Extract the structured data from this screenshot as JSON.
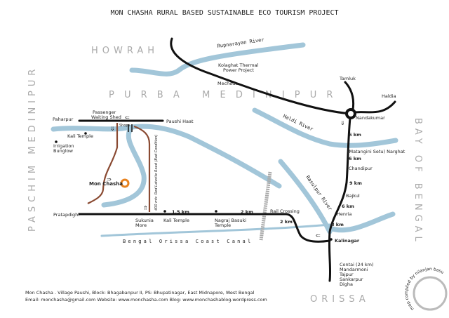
{
  "title": "MON CHASHA RURAL BASED SUSTAINABLE ECO TOURISM PROJECT",
  "regions": {
    "howrah": "HOWRAH",
    "purba": "P U R B A   M E D I N I P U R",
    "paschim": "PASCHIM MEDINIPUR",
    "bay": "BAY OF BENGAL",
    "orissa": "ORISSA"
  },
  "rivers": {
    "rupnarayan": "Rupnarayan River",
    "haldi": "Haldi River",
    "rasulpur": "Rasulpur River",
    "canal": "Bengal Orissa Coast Canal"
  },
  "places": {
    "kolaghat1": "Kolaghat Thermal",
    "kolaghat2": "Power Project",
    "mecheda": "Mecheda",
    "tamluk": "Tamluk",
    "haldia": "Haldia",
    "nandakumar": "Nandakumar",
    "paharpur": "Paharpur",
    "shed1": "Passenger",
    "shed2": "Waiting Shed",
    "shops": "Shops",
    "paushi": "Paushi Haat",
    "kali1": "Kali Temple",
    "irr1": "Irrigation",
    "irr2": "Bunglow",
    "monchasha": "Mon Chasha",
    "laterite": "400 mtr. Red Laterite Road (Bad Condition)",
    "pratapdighi": "Pratapdighi",
    "sukunia1": "Sukunia",
    "sukunia2": "More",
    "kali2": "Kali Temple",
    "nagraj1": "Nagraj Basuki",
    "nagraj2": "Temple",
    "rail": "Rail Crossing",
    "narghat": "(Matangini Setu) Narghat",
    "chandipur": "Chandipur",
    "bajkul": "Bajkul",
    "henria": "Henria",
    "kalinagar": "Kalinagar",
    "contai": "Contai (24 km)",
    "mandarmoni": "Mandarmoni",
    "tajpur": "Tajpur",
    "sankarpur": "Sankarpur",
    "digha": "Digha"
  },
  "distances": {
    "d1": "6 km",
    "d2": "6 km",
    "d3": "9 km",
    "d4": "6 km",
    "d5": "8 km",
    "d6": "1.5 km",
    "d7": "2 km",
    "d8": "2 km"
  },
  "footer": {
    "line1": "Mon Chasha . Village Paushi, Block: Bhagabanpur II, PS: Bhupatinagar, East Midnapore, West Bengal",
    "line2": "Email: monchasha@gmail.com Website: www.monchasha.com Blog: www.monchashablog.wordpress.com"
  },
  "stamp": "map compiled by nilanjan basu",
  "colors": {
    "river": "#a2c6d9",
    "road": "#111111",
    "village_road": "#8a4a32",
    "marker": "#e8821e",
    "region_text": "#aaaaaa"
  }
}
